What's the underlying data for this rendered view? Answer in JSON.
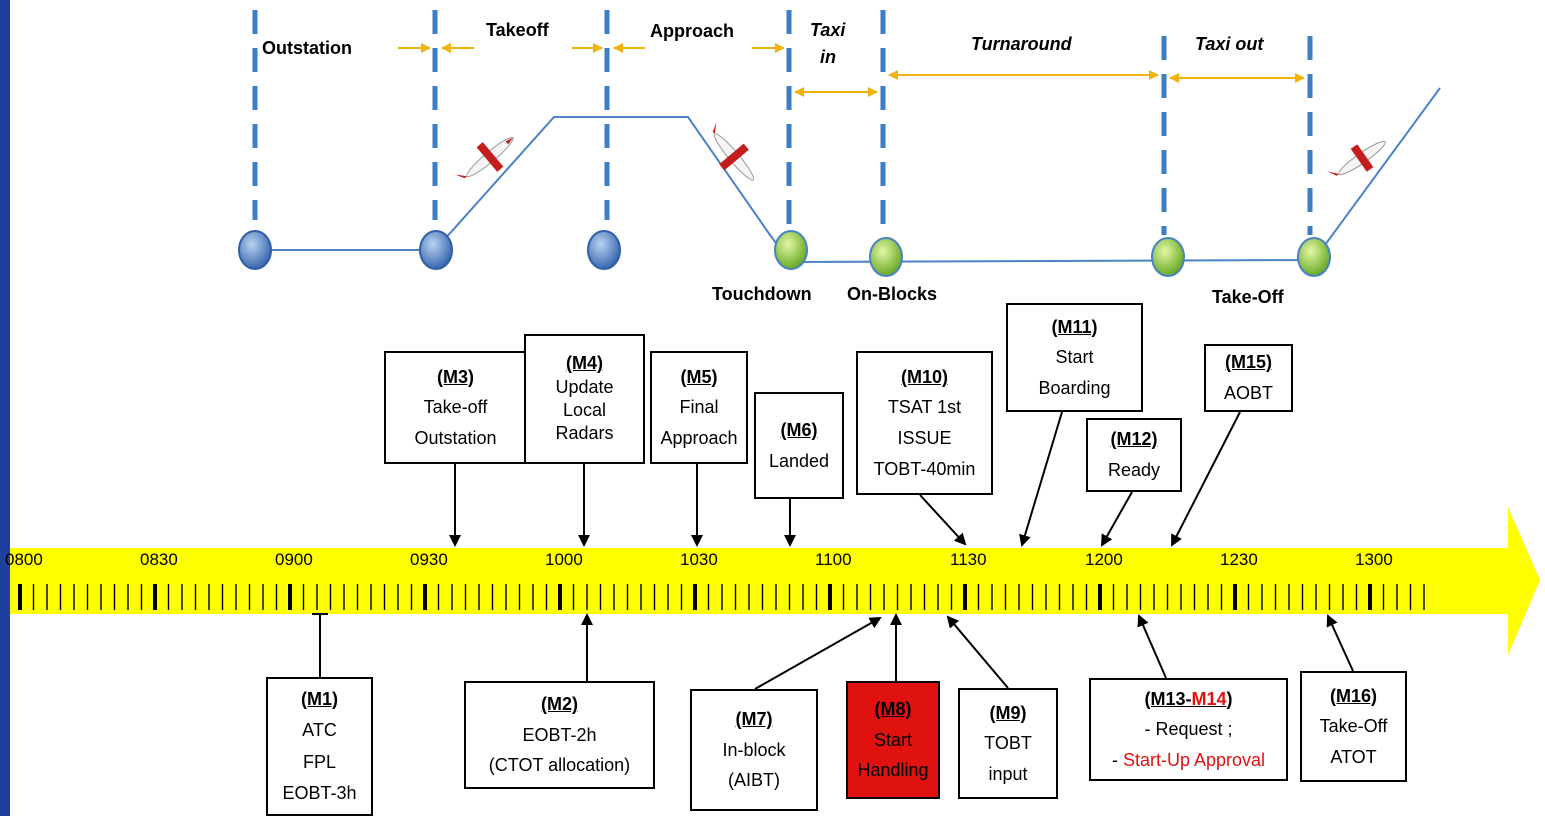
{
  "colors": {
    "dash_line": "#3a7ec6",
    "flight_path": "#4a82c4",
    "arrow_phase": "#f2b20c",
    "timeline_fill": "#ffff00",
    "timeline_ticks": "#000000",
    "left_bar": "#1f3f9f",
    "node_blue": "#4a7fc8",
    "node_green": "#8fcf2a",
    "m8_fill": "#e0120f",
    "red_text": "#e0120f"
  },
  "phases": [
    {
      "id": "outstation",
      "label": "Outstation",
      "italic": false
    },
    {
      "id": "takeoff",
      "label": "Takeoff",
      "italic": false
    },
    {
      "id": "approach",
      "label": "Approach",
      "italic": false
    },
    {
      "id": "taxi-in-1",
      "label": "Taxi",
      "italic": true
    },
    {
      "id": "taxi-in-2",
      "label": "in",
      "italic": true
    },
    {
      "id": "turnaround",
      "label": "Turnaround",
      "italic": true
    },
    {
      "id": "taxi-out",
      "label": "Taxi out",
      "italic": true
    }
  ],
  "events": {
    "touchdown": "Touchdown",
    "onblocks": "On-Blocks",
    "takeoff": "Take-Off"
  },
  "timeline": {
    "labels": [
      "0800",
      "0830",
      "0900",
      "0930",
      "1000",
      "1030",
      "1100",
      "1130",
      "1200",
      "1230",
      "1300"
    ]
  },
  "milestones": {
    "m1": {
      "code": "(M1)",
      "lines": [
        "ATC",
        "FPL",
        "EOBT-3h"
      ]
    },
    "m2": {
      "code": "(M2)",
      "lines": [
        "EOBT-2h",
        "(CTOT allocation)"
      ]
    },
    "m3": {
      "code": "(M3)",
      "lines": [
        "Take-off",
        "Outstation"
      ]
    },
    "m4": {
      "code": "(M4)",
      "lines": [
        "Update",
        "Local",
        "Radars"
      ]
    },
    "m5": {
      "code": "(M5)",
      "lines": [
        "Final",
        "Approach"
      ]
    },
    "m6": {
      "code": "(M6)",
      "lines": [
        "Landed"
      ]
    },
    "m7": {
      "code": "(M7)",
      "lines": [
        "In-block",
        "(AIBT)"
      ]
    },
    "m8": {
      "code": "(M8)",
      "lines": [
        "Start",
        "Handling"
      ]
    },
    "m9": {
      "code": "(M9)",
      "lines": [
        "TOBT",
        "input"
      ]
    },
    "m10": {
      "code": "(M10)",
      "lines": [
        "TSAT 1st",
        "ISSUE",
        "TOBT-40min"
      ]
    },
    "m11": {
      "code": "(M11)",
      "lines": [
        "Start",
        "Boarding"
      ]
    },
    "m12": {
      "code": "(M12)",
      "lines": [
        "Ready"
      ]
    },
    "m13": {
      "code_a": "(M13-",
      "code_b": "M14",
      "code_c": ")",
      "line1": "- Request ;",
      "line2_dash": "- ",
      "line2_red": "Start-Up Approval"
    },
    "m15": {
      "code": "(M15)",
      "lines": [
        "AOBT"
      ]
    },
    "m16": {
      "code": "(M16)",
      "lines": [
        "Take-Off",
        "ATOT"
      ]
    }
  }
}
